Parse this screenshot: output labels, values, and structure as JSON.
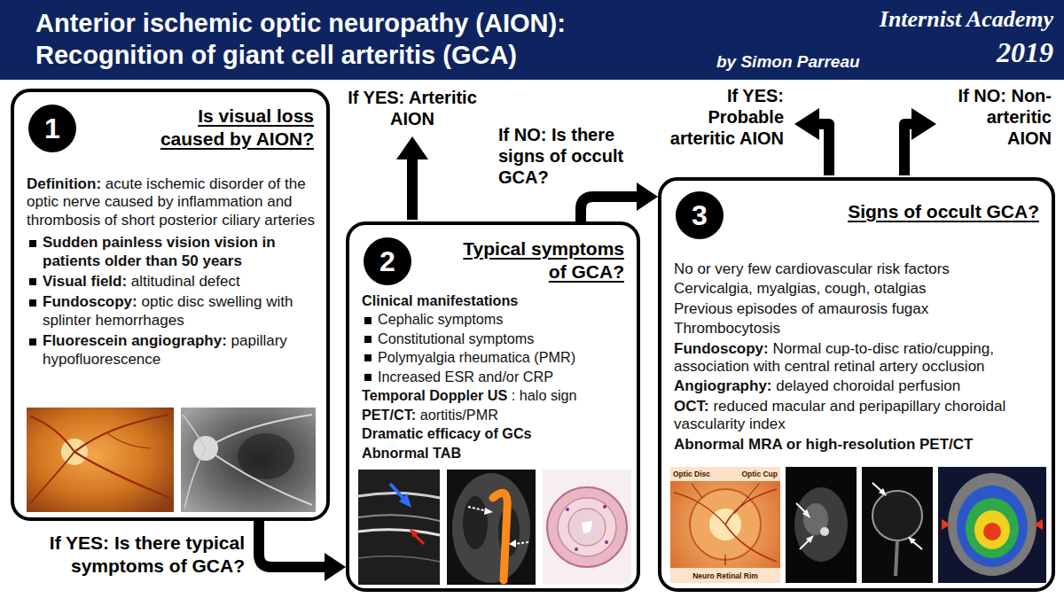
{
  "diagram": {
    "title": "Anterior ischemic optic neuropathy (AION): Recognition of giant cell arteritis (GCA)",
    "nodes": [
      {
        "text": [
          "Is visual loss caused by AION?",
          "Definition:",
          "acute ischemic disorder of the optic nerve caused by inflammation and thrombosis of short posterior ciliary arteries",
          "Sudden painless vision vision in patients older than 50 years",
          "Visual field:",
          "altitudinal defect",
          "Fundoscopy:",
          "optic disc swelling with splinter hemorrhages",
          "Fluorescein angiography:",
          "papillary hypofluorescence"
        ]
      },
      {
        "text": [
          "1"
        ],
        "in": 0
      },
      {
        "text": [
          "Typical symptoms of GCA?",
          "Clinical manifestations",
          "Cephalic symptoms",
          "Constitutional symptoms",
          "Polymyalgia rheumatica (PMR)",
          "Increased ESR and/or CRP",
          "Temporal Doppler US",
          ": halo sign",
          "PET/CT:",
          "aortitis/PMR",
          "Dramatic efficacy of GCs",
          "Abnormal TAB"
        ]
      },
      {
        "text": [
          "2"
        ],
        "in": 2
      },
      {
        "text": [
          "Signs of occult GCA?",
          "No or very few cardiovascular risk factors",
          "Cervicalgia, myalgias, cough, otalgias",
          "Previous episodes of amaurosis fugax",
          "Thrombocytosis",
          "Fundoscopy:",
          "Normal cup-to-disc ratio/cupping, association with central retinal artery occlusion",
          "Angiography:",
          "delayed choroidal perfusion",
          "OCT:",
          "reduced macular and peripapillary choroidal vascularity index",
          "Abnormal MRA or high-resolution PET/CT"
        ]
      },
      {
        "text": [
          "3"
        ],
        "in": 4
      }
    ],
    "edges": [
      {
        "from": 0,
        "to": 2,
        "arrow": "to",
        "label": "If YES: Is there typical symptoms of GCA?"
      },
      {
        "from": 2,
        "to": 4,
        "arrow": "to",
        "label": "If NO: Is there signs of occult GCA?"
      }
    ],
    "labels": [
      "by Simon Parreau",
      "Internist Academy",
      "2019",
      "If YES: Arteritic AION",
      "If YES: Probable arteritic AION",
      "If NO: Non-arteritic AION",
      "Optic Disc",
      "Optic Cup",
      "Neuro Retinal Rim"
    ]
  }
}
